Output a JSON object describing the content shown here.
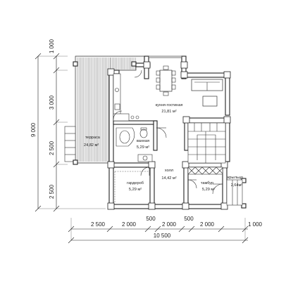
{
  "dimensions": {
    "left": [
      "1 000",
      "3 000",
      "2 500",
      "2 500"
    ],
    "left_total": "9 000",
    "bottom": [
      "2 500",
      "2 000",
      "2 000",
      "2 000",
      "1 000"
    ],
    "bottom_mid": [
      "500",
      "500"
    ],
    "bottom_total": "10 500"
  },
  "rooms": {
    "kitchen": {
      "name": "кухня-гостиная",
      "area": "21,81 м²"
    },
    "terrace": {
      "name": "терраса",
      "area": "24,82 м²"
    },
    "bath": {
      "name": "ванная",
      "area": "5,29 м²"
    },
    "hall": {
      "name": "холл",
      "area": "14,42 м²"
    },
    "wardrobe": {
      "name": "гардероб",
      "area": "5,29 м²"
    },
    "vestibule": {
      "name": "тамбур",
      "area": "5,29 м²"
    },
    "porch": {
      "name": "крыльцо",
      "area": "2,64м²"
    }
  }
}
